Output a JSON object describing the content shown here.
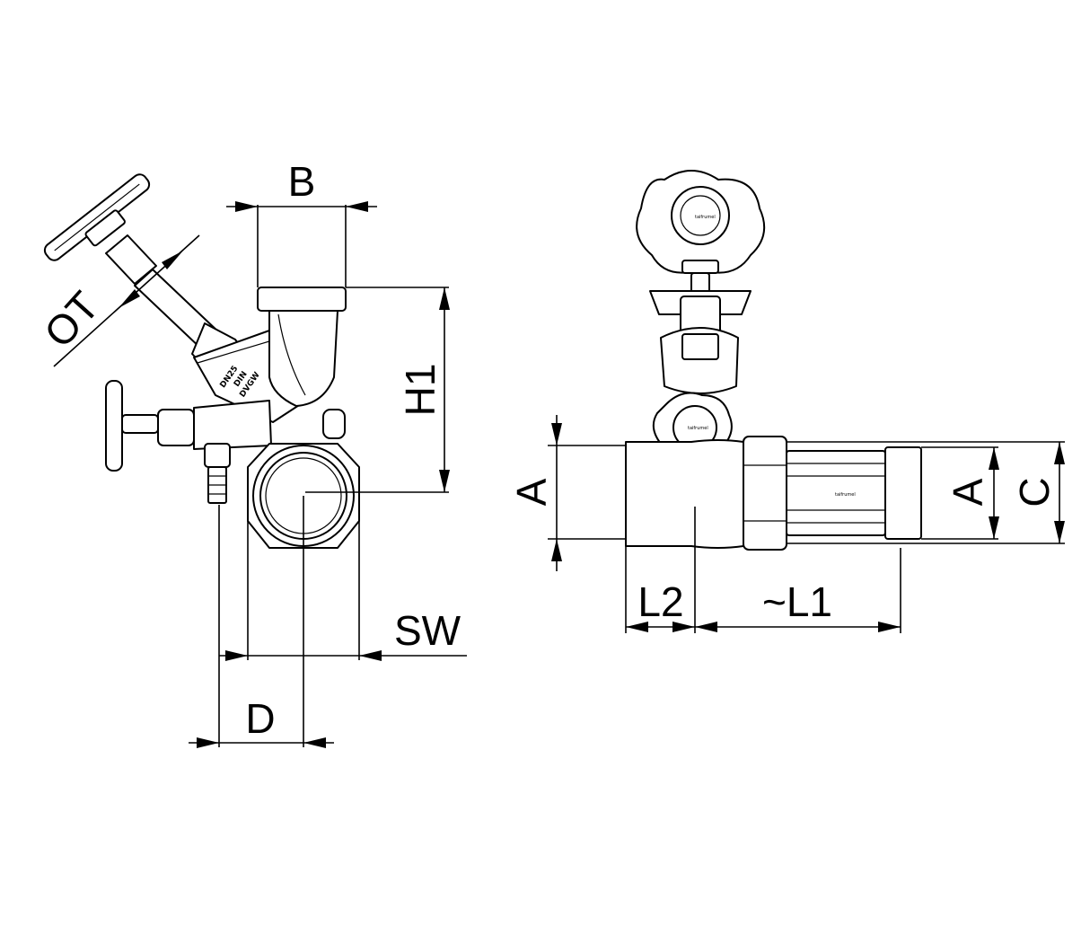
{
  "dimensions": {
    "B": "B",
    "OT": "OT",
    "H1": "H1",
    "SW": "SW",
    "D": "D",
    "A_left": "A",
    "A_right": "A",
    "C": "C",
    "L2": "L2",
    "L1": "~L1"
  },
  "markings": {
    "dn": "DN25",
    "din": "DIN",
    "dvgw": "DVGW",
    "brand": "taifrumel"
  }
}
